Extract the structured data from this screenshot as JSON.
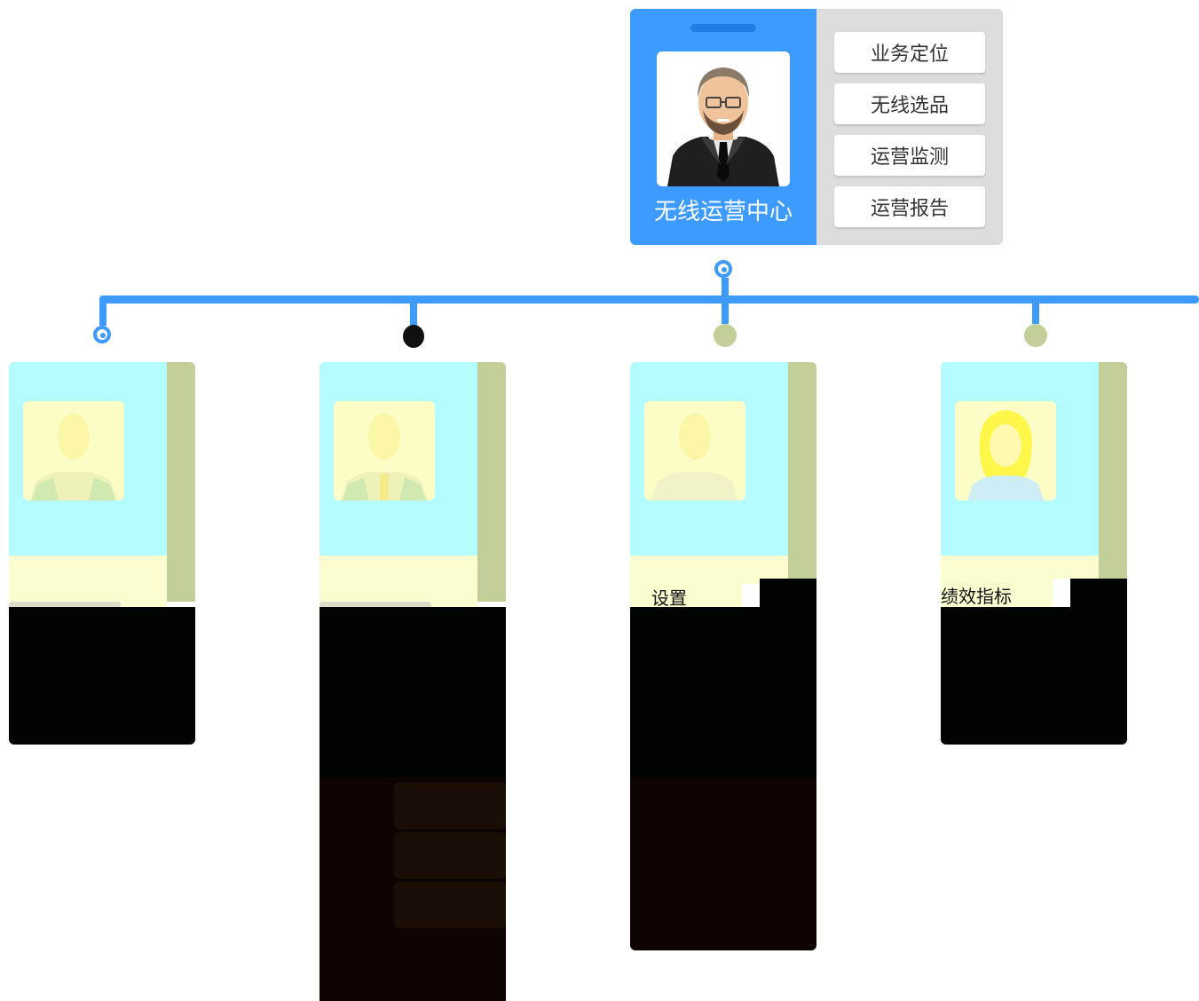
{
  "root": {
    "title": "无线运营中心",
    "buttons": [
      "业务定位",
      "无线选品",
      "运营监测",
      "运营报告"
    ],
    "header_color": "#3d9bff",
    "panel_color": "#dcdcdc"
  },
  "connector_color": "#3d9bff",
  "children": [
    {
      "name": "",
      "icon": "man-avatar-icon",
      "node_marker": "ring"
    },
    {
      "name": "",
      "icon": "man-avatar-icon",
      "node_marker": "dark"
    },
    {
      "name": "",
      "icon": "man-avatar-icon",
      "node_marker": "dot",
      "partial_button": "设置"
    },
    {
      "name": "",
      "icon": "woman-avatar-icon",
      "node_marker": "dot",
      "partial_button": "绩效指标"
    }
  ]
}
